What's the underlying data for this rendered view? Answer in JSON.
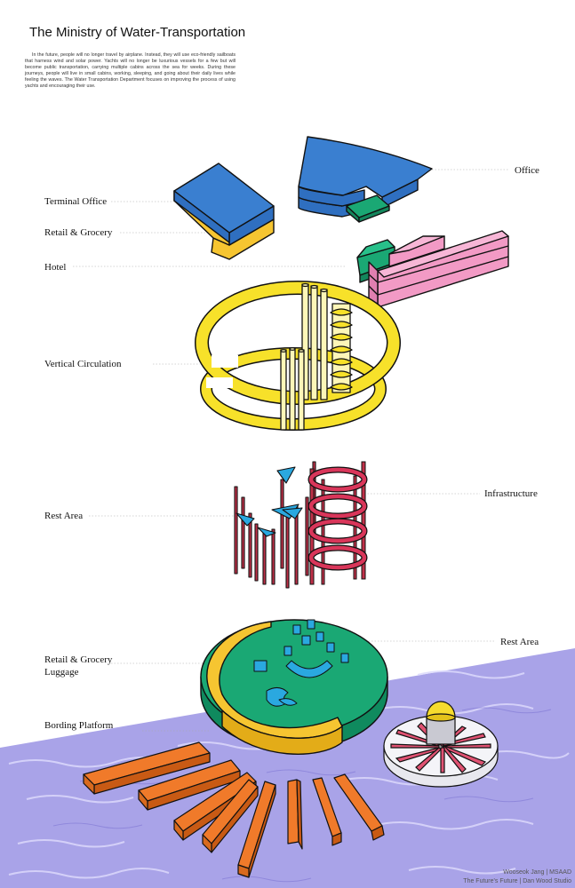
{
  "header": {
    "title": "The Ministry of Water-Transportation",
    "intro": "In the future, people will no longer travel by airplane. Instead, they will use eco-friendly sailboats that harness wind and solar power. Yachts will no longer be luxurious vessels for a few but will become public transportation, carrying multiple cabins across the sea for weeks. During these journeys, people will live in small cabins, working, sleeping, and going about their daily lives while feeling the waves. The Water Transportation Department focuses on improving the process of using yachts and encouraging their use."
  },
  "labels": {
    "office": "Office",
    "terminal_office": "Terminal Office",
    "retail_grocery_top": "Retail & Grocery",
    "hotel": "Hotel",
    "vertical_circulation": "Vertical Circulation",
    "infrastructure": "Infrastructure",
    "rest_area_mid": "Rest Area",
    "rest_area_low": "Rest Area",
    "retail_grocery_low": "Retail & Grocery",
    "luggage": "Luggage",
    "boarding_platform": "Bording Platform"
  },
  "credits": {
    "line1": "Wooseok Jang | MSAAD",
    "line2": "The Future's Future | Dan Wood Studio"
  },
  "colors": {
    "office_blue": "#3a7fd0",
    "retail_yellow": "#f6c531",
    "hotel_pink": "#f29ac5",
    "green": "#1aa874",
    "circulation_yellow": "#f7e12a",
    "infra_red": "#d9365a",
    "tent_blue": "#2aa8e0",
    "platform_orange": "#f07a2a",
    "water_purple": "#a9a3e8",
    "outline": "#111111"
  }
}
